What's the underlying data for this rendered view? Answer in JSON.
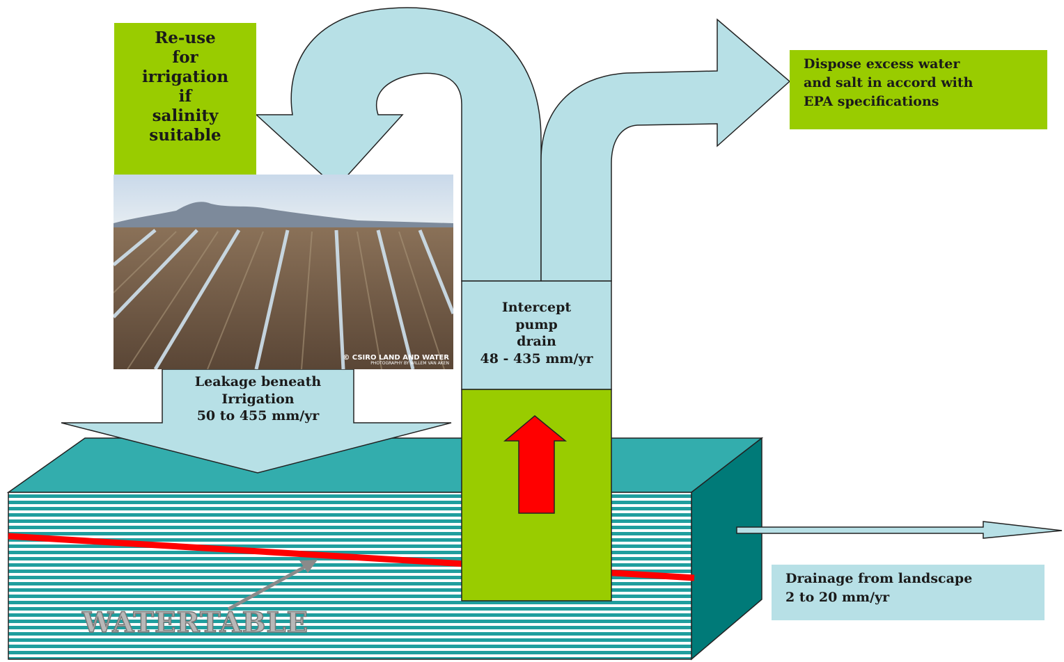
{
  "labels": {
    "reuse": [
      "Re-use",
      "for",
      "irrigation",
      "if",
      "salinity",
      "suitable"
    ],
    "dispose": [
      "Dispose excess water",
      "and salt in accord with",
      "EPA specifications"
    ],
    "intercept": [
      "Intercept",
      "pump",
      "drain",
      "48 - 435 mm/yr"
    ],
    "leakage": [
      "Leakage beneath",
      "Irrigation",
      "50 to 455 mm/yr"
    ],
    "drainage": [
      "Drainage from landscape",
      "2 to 20 mm/yr"
    ],
    "watertable": "WATERTABLE"
  },
  "photo": {
    "credit_line1": "© CSIRO LAND AND WATER",
    "credit_line2": "PHOTOGRAPHY BY WILLEM VAN AKEN"
  },
  "colors": {
    "arrow_fill": "#b7e0e6",
    "green_box": "#99cc00",
    "block_top": "#33adad",
    "block_side": "#007a78",
    "stripe_teal": "#1f9e9e",
    "watertable_line": "#ff0000",
    "up_arrow": "#ff0000"
  }
}
